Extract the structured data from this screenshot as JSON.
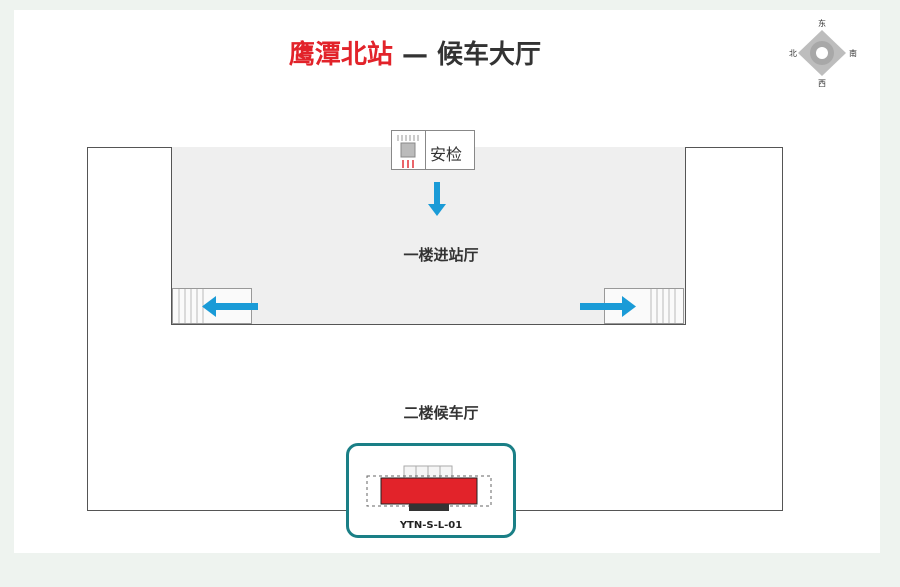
{
  "header": {
    "station_name": "鹰潭北站",
    "separator": " — ",
    "area_name": "候车大厅"
  },
  "compass": {
    "north": "北",
    "south": "南",
    "east": "东",
    "west": "西"
  },
  "map": {
    "security_label": "安检",
    "floor1_label": "一楼进站厅",
    "floor2_label": "二楼候车厅",
    "device_code": "YTN-S-L-01"
  },
  "colors": {
    "brand_red": "#e2232a",
    "arrow_blue": "#1a9bd7",
    "highlight_teal": "#1a7f86"
  }
}
